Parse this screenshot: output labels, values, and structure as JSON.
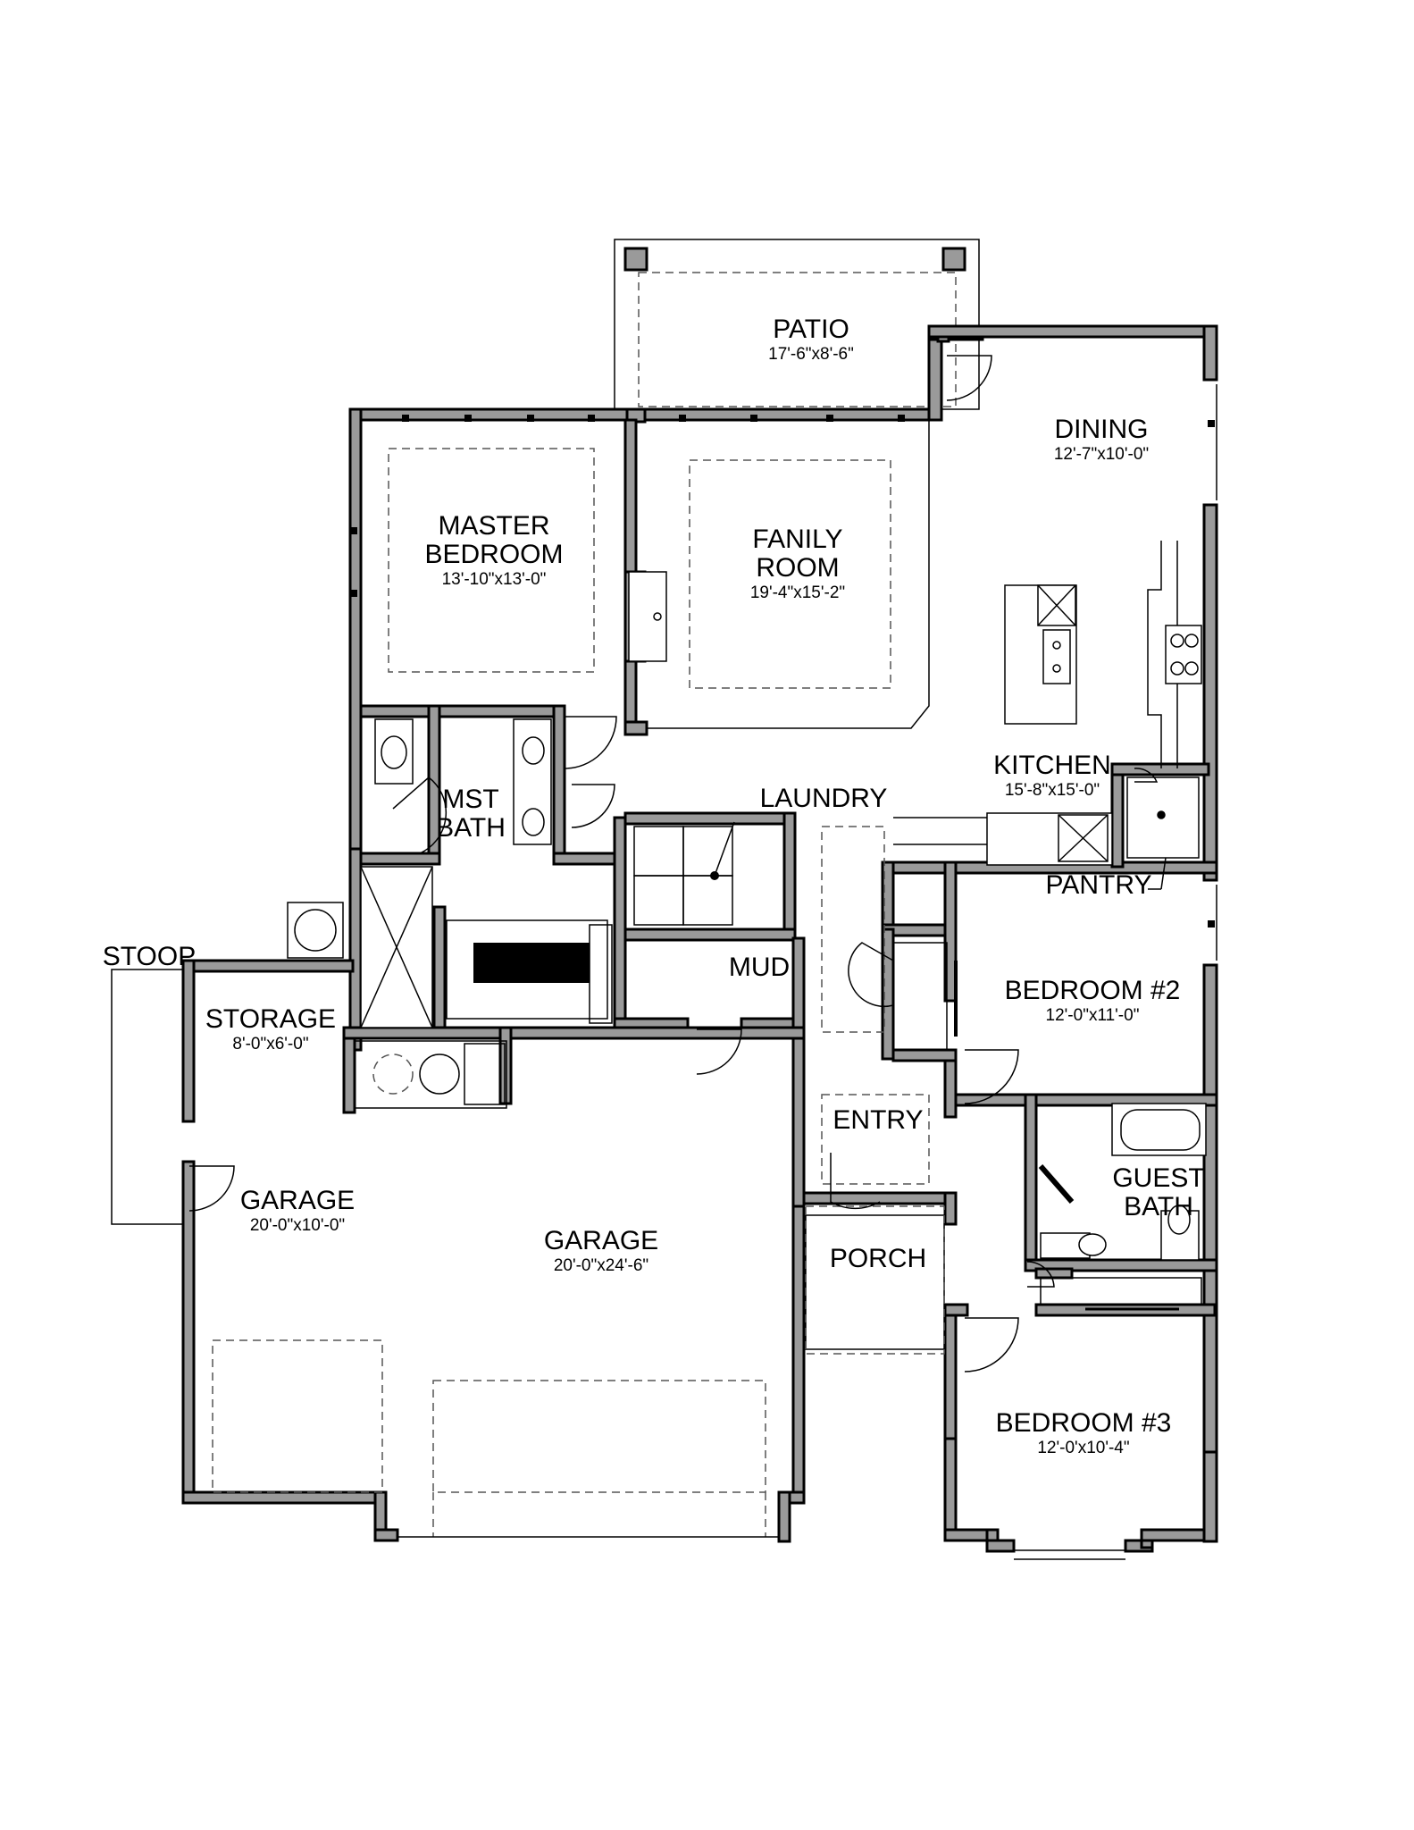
{
  "rooms": {
    "patio": {
      "name": "PATIO",
      "dim": "17'-6\"x8'-6\""
    },
    "dining": {
      "name": "DINING",
      "dim": "12'-7\"x10'-0\""
    },
    "master_bedroom": {
      "name_1": "MASTER",
      "name_2": "BEDROOM",
      "dim": "13'-10\"x13'-0\""
    },
    "family_room": {
      "name_1": "FANILY",
      "name_2": "ROOM",
      "dim": "19'-4\"x15'-2\""
    },
    "kitchen": {
      "name": "KITCHEN",
      "dim": "15'-8\"x15'-0\""
    },
    "laundry": {
      "name": "LAUNDRY"
    },
    "mst_bath": {
      "name_1": "MST",
      "name_2": "BATH"
    },
    "pantry": {
      "name": "PANTRY"
    },
    "stoop": {
      "name": "STOOP"
    },
    "storage": {
      "name": "STORAGE",
      "dim": "8'-0\"x6'-0\""
    },
    "mud": {
      "name": "MUD"
    },
    "bedroom_2": {
      "name": "BEDROOM #2",
      "dim": "12'-0\"x11'-0\""
    },
    "entry": {
      "name": "ENTRY"
    },
    "guest_bath": {
      "name_1": "GUEST",
      "name_2": "BATH"
    },
    "garage_small": {
      "name": "GARAGE",
      "dim": "20'-0\"x10'-0\""
    },
    "garage_main": {
      "name": "GARAGE",
      "dim": "20'-0\"x24'-6\""
    },
    "porch": {
      "name": "PORCH"
    },
    "bedroom_3": {
      "name": "BEDROOM #3",
      "dim": "12'-0'x10'-4\""
    }
  },
  "colors": {
    "wall_fill": "#9a9a9a",
    "line": "#000000"
  }
}
